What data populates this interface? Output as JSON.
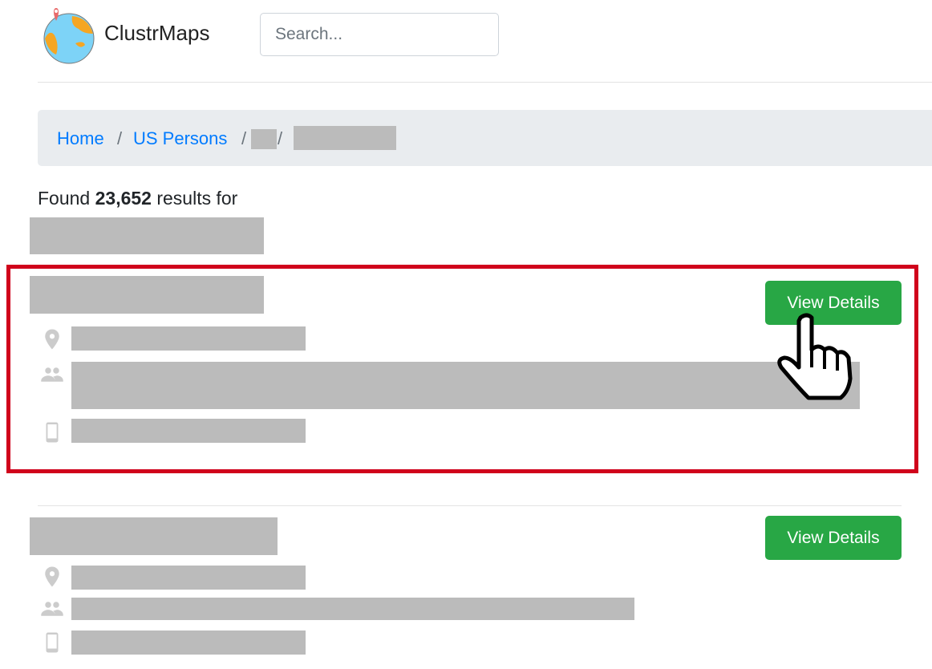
{
  "header": {
    "brand": "ClustrMaps",
    "search_placeholder": "Search..."
  },
  "breadcrumb": {
    "items": [
      "Home",
      "US Persons"
    ],
    "separator": "/"
  },
  "results": {
    "prefix": "Found",
    "count": "23,652",
    "suffix": "results for"
  },
  "cards": [
    {
      "button": "View Details"
    },
    {
      "button": "View Details"
    }
  ],
  "colors": {
    "accent": "#28a745",
    "link": "#007bff",
    "highlight": "#d0021b",
    "redaction": "#bbbbbb"
  },
  "icons": [
    "globe-logo-icon",
    "location-pin-icon",
    "people-icon",
    "phone-icon",
    "hand-pointer-cursor-icon"
  ]
}
